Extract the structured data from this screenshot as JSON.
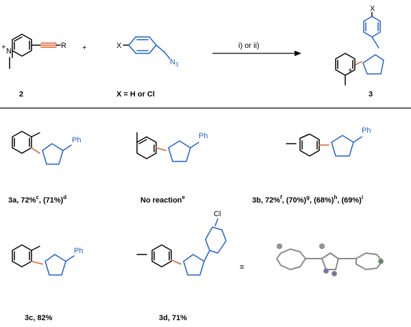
{
  "reaction": {
    "reactant1_label": "2",
    "r_group": "R",
    "plus": "+",
    "x_substituent": "X",
    "azide_n3": "N",
    "azide_sub": "3",
    "conditions": "i) or ii)",
    "x_definition": "X = H or Cl",
    "product_label": "3",
    "product_x": "X",
    "charge": "+",
    "n_atom": "N"
  },
  "compounds": [
    {
      "id": "3a",
      "yield_text": "3a, 72%",
      "sup1": "c",
      "mid": ", (71%)",
      "sup2": "d",
      "sub_label": "Ph"
    },
    {
      "id": "no_reaction",
      "text": "No reaction",
      "sup": "e",
      "sub_label": "Ph"
    },
    {
      "id": "3b",
      "text": "3b, 72%",
      "sups": [
        "f",
        "g",
        "h",
        "i"
      ],
      "parts": [
        ", (70%)",
        ", (68%)",
        ", (69%)"
      ],
      "sub_label": "Ph"
    },
    {
      "id": "3c",
      "text": "3c, 82%",
      "sub_label": "Ph"
    },
    {
      "id": "3d",
      "text": "3d, 71%",
      "sub_label": "Cl"
    }
  ],
  "equivalence_symbol": "≡",
  "colors": {
    "blue": "#1d5fd0",
    "orange_bond": "#e07040",
    "black": "#000000"
  }
}
